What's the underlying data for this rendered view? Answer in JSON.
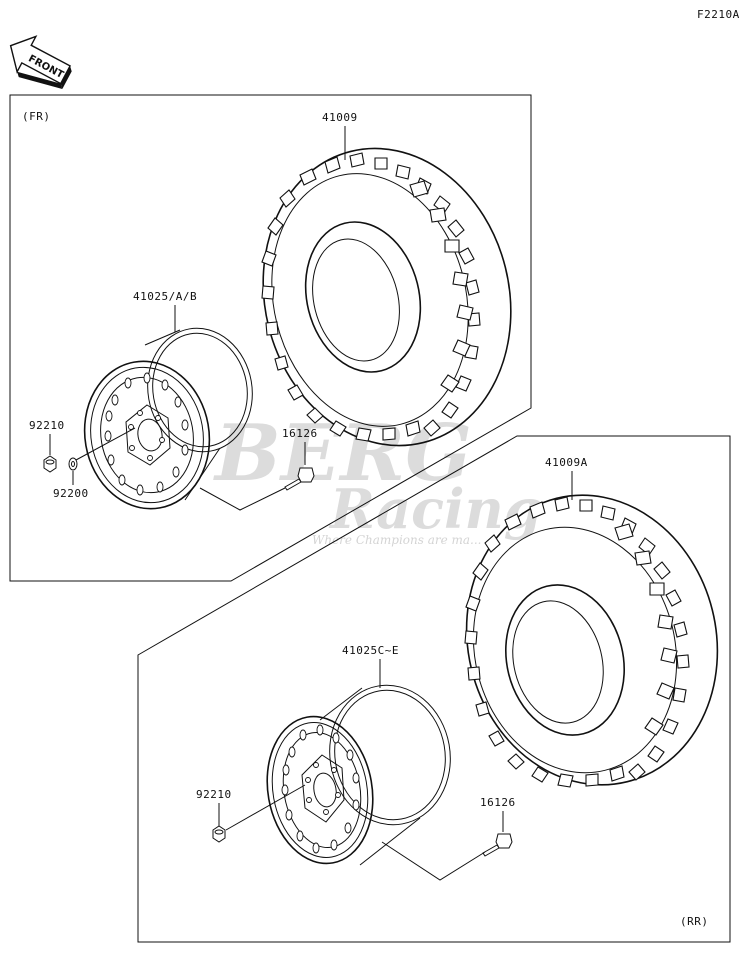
{
  "figure_code": "F2210A",
  "front_arrow_label": "FRONT",
  "panels": {
    "front": {
      "tag": "(FR)"
    },
    "rear": {
      "tag": "(RR)"
    }
  },
  "parts": {
    "front_tire": "41009",
    "front_wheel": "41025/A/B",
    "front_nut": "92210",
    "front_washer": "92200",
    "front_valve": "16126",
    "rear_tire": "41009A",
    "rear_wheel": "41025C~E",
    "rear_nut": "92210",
    "rear_valve": "16126"
  },
  "watermark": {
    "brand": "BERG",
    "sub": "Racing",
    "tagline": "Where Champions are ma..."
  }
}
